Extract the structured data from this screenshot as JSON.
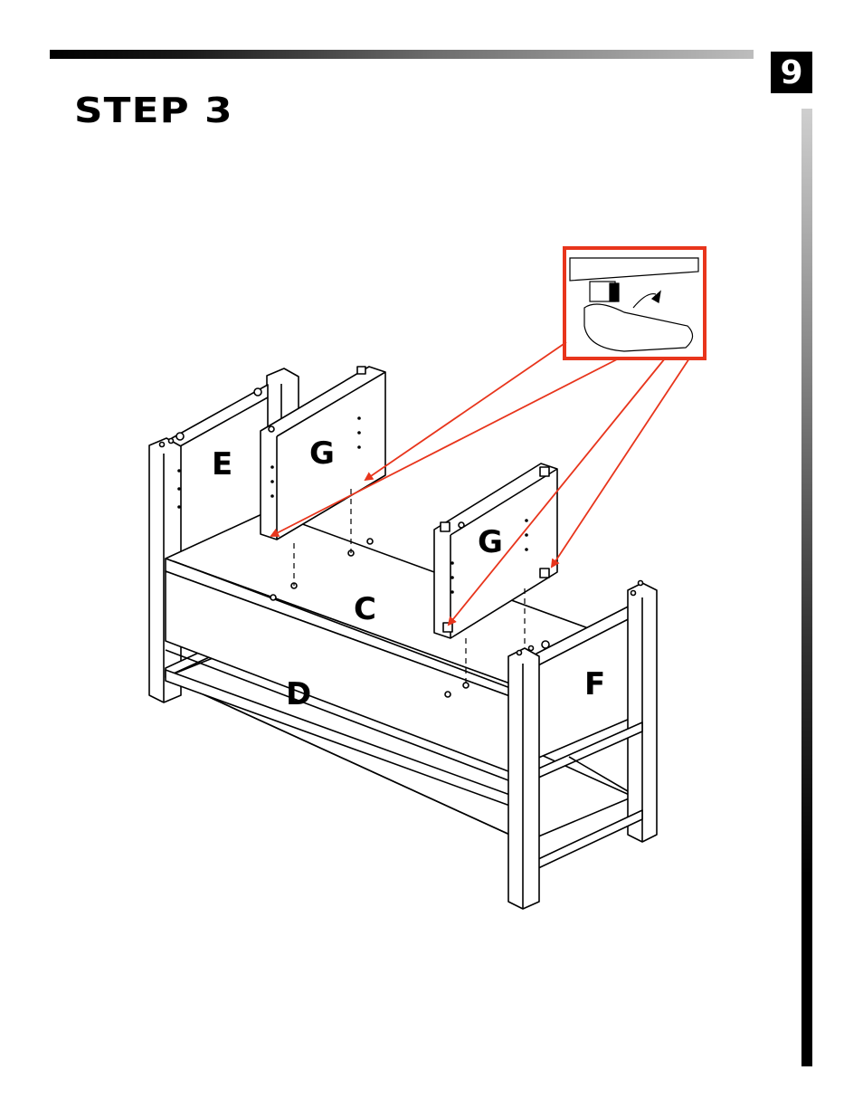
{
  "header": {
    "page_number": "9",
    "step_title": "STEP 3"
  },
  "diagram": {
    "part_labels": {
      "E": "E",
      "G1": "G",
      "G2": "G",
      "C": "C",
      "D": "D",
      "F": "F"
    },
    "colors": {
      "callout": "#e8351c",
      "line": "#000000"
    }
  }
}
